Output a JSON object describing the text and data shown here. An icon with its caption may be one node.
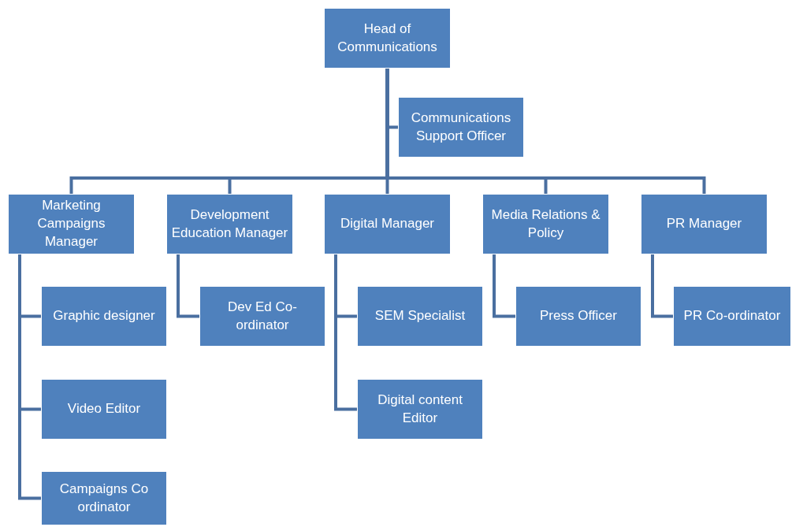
{
  "diagram": {
    "nodes": [
      {
        "text": [
          "Head of Communications"
        ]
      },
      {
        "text": [
          "Communications Support Officer"
        ]
      },
      {
        "text": [
          "Marketing Campaigns Manager"
        ]
      },
      {
        "text": [
          "Development Education Manager"
        ]
      },
      {
        "text": [
          "Digital Manager"
        ]
      },
      {
        "text": [
          "Media Relations & Policy"
        ]
      },
      {
        "text": [
          "PR Manager"
        ]
      },
      {
        "text": [
          "Graphic designer"
        ]
      },
      {
        "text": [
          "Video Editor"
        ]
      },
      {
        "text": [
          "Campaigns Co ordinator"
        ]
      },
      {
        "text": [
          "Dev Ed Co-ordinator"
        ]
      },
      {
        "text": [
          "SEM Specialist"
        ]
      },
      {
        "text": [
          "Digital content Editor"
        ]
      },
      {
        "text": [
          "Press Officer"
        ]
      },
      {
        "text": [
          "PR Co-ordinator"
        ]
      }
    ],
    "edges": [
      {
        "from": 0,
        "to": 1,
        "arrow": "none"
      },
      {
        "from": 0,
        "to": 2,
        "arrow": "none"
      },
      {
        "from": 0,
        "to": 3,
        "arrow": "none"
      },
      {
        "from": 0,
        "to": 4,
        "arrow": "none"
      },
      {
        "from": 0,
        "to": 5,
        "arrow": "none"
      },
      {
        "from": 0,
        "to": 6,
        "arrow": "none"
      },
      {
        "from": 2,
        "to": 7,
        "arrow": "none"
      },
      {
        "from": 2,
        "to": 8,
        "arrow": "none"
      },
      {
        "from": 2,
        "to": 9,
        "arrow": "none"
      },
      {
        "from": 3,
        "to": 10,
        "arrow": "none"
      },
      {
        "from": 4,
        "to": 11,
        "arrow": "none"
      },
      {
        "from": 4,
        "to": 12,
        "arrow": "none"
      },
      {
        "from": 5,
        "to": 13,
        "arrow": "none"
      },
      {
        "from": 6,
        "to": 14,
        "arrow": "none"
      }
    ]
  }
}
